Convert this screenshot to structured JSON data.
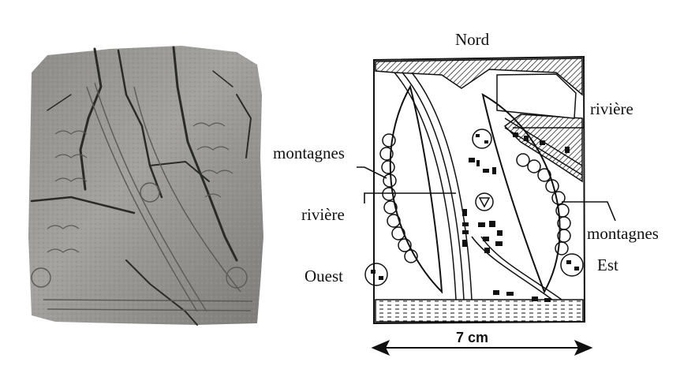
{
  "labels": {
    "nord": "Nord",
    "riviere_ne": "rivière",
    "montagnes_w": "montagnes",
    "riviere_w": "rivière",
    "montagnes_e": "montagnes",
    "ouest": "Ouest",
    "est": "Est"
  },
  "scale": {
    "label": "7 cm"
  },
  "colors": {
    "ink": "#111111",
    "tablet_light": "#9a9a96",
    "tablet_dark": "#4a4a47",
    "background": "#ffffff"
  }
}
